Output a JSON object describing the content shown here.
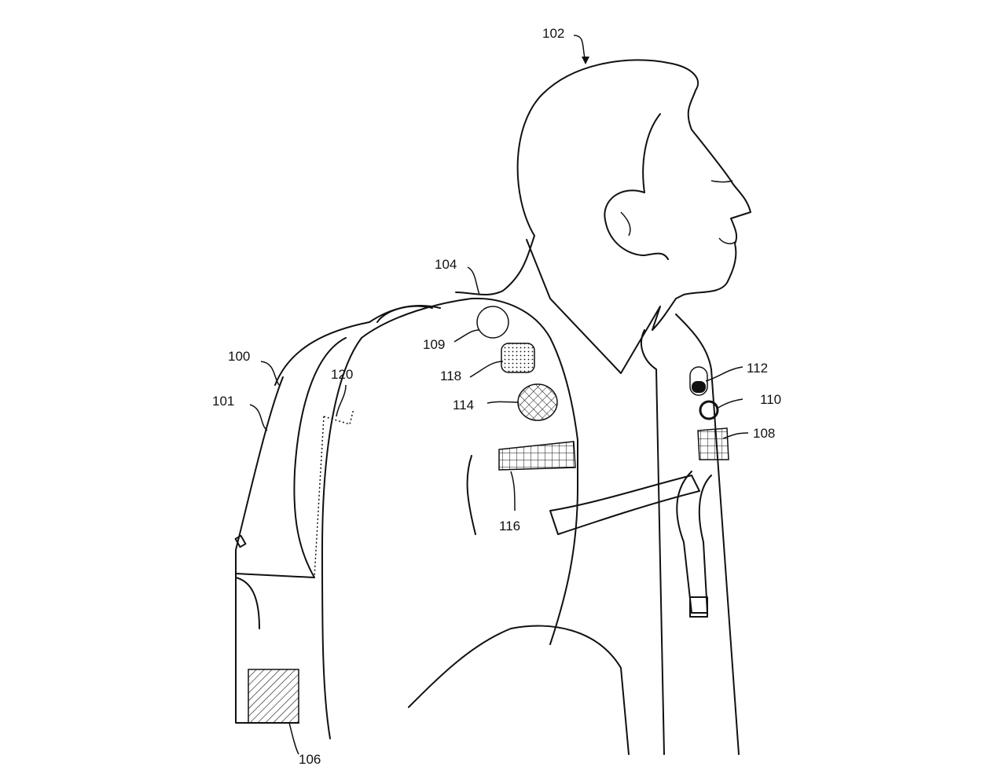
{
  "figure": {
    "labels": {
      "person": "102",
      "shoulder_strap": "104",
      "sensor_109": "109",
      "sensor_118": "118",
      "sensor_114": "114",
      "sensor_116": "116",
      "backpack": "100",
      "backpack_body": "101",
      "pocket_120": "120",
      "button_112": "112",
      "button_110": "110",
      "patch_108": "108",
      "patch_106": "106"
    }
  }
}
